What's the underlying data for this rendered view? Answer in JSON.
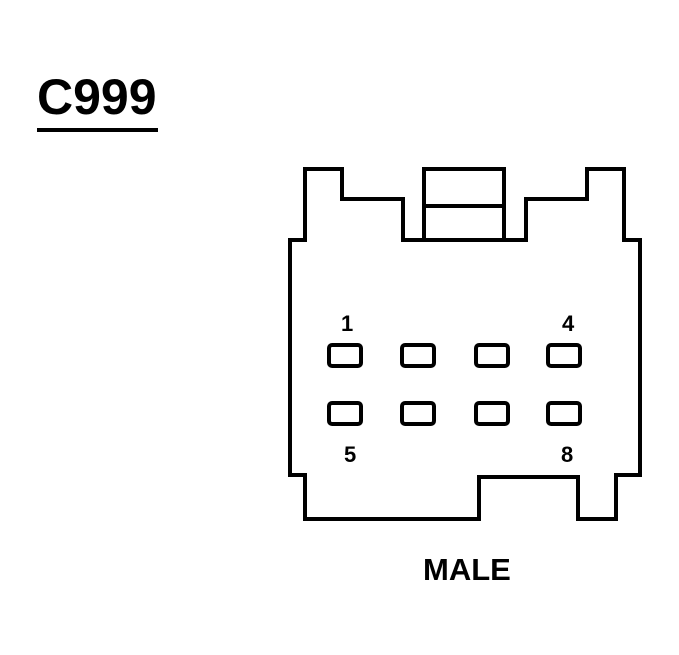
{
  "connector": {
    "id": "C999",
    "gender": "MALE"
  },
  "pin_labels": {
    "top_left": "1",
    "top_right": "4",
    "bottom_left": "5",
    "bottom_right": "8"
  },
  "colors": {
    "line": "#000000",
    "background": "#ffffff"
  }
}
